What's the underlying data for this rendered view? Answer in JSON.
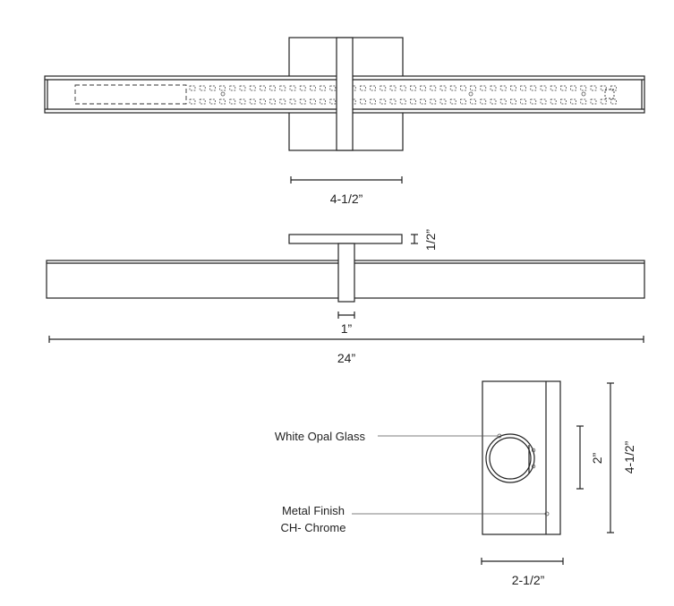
{
  "dimensions": {
    "plate_width": "4-1/2”",
    "plate_depth": "1/2”",
    "stem_width": "1”",
    "overall_length": "24”",
    "lens_height": "2”",
    "end_height": "4-1/2”",
    "end_depth": "2-1/2”"
  },
  "callouts": {
    "glass": "White Opal Glass",
    "finish_line1": "Metal Finish",
    "finish_line2": "CH- Chrome"
  }
}
